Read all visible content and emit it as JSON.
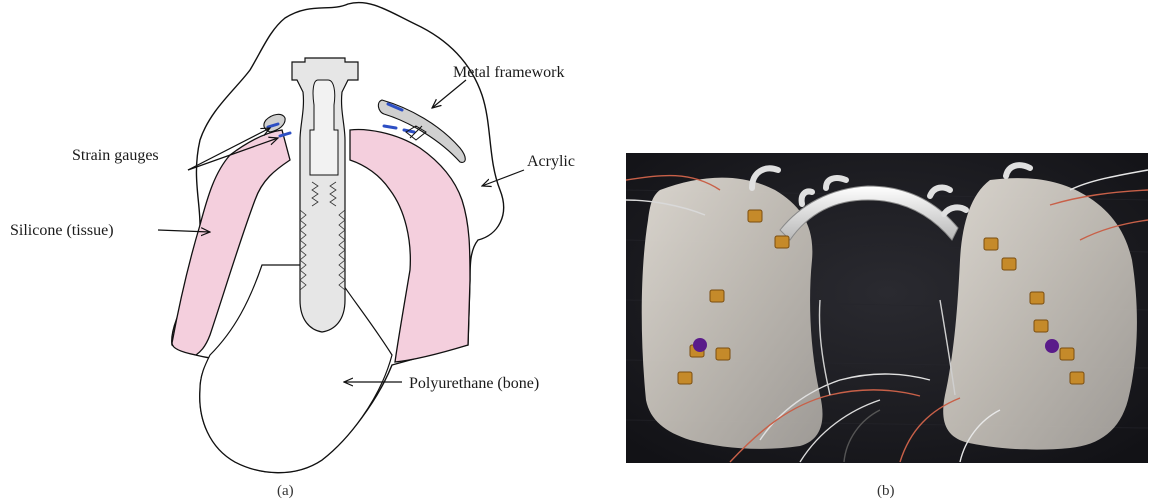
{
  "panel_a": {
    "caption": "(a)",
    "labels": {
      "metal_framework": "Metal framework",
      "strain_gauges": "Strain gauges",
      "acrylic": "Acrylic",
      "silicone": "Silicone (tissue)",
      "polyurethane": "Polyurethane (bone)"
    },
    "colors": {
      "silicone_fill": "#f4cfdd",
      "implant_fill": "#e6e6e6",
      "framework_fill": "#d0d0d0",
      "gauge": "#2d4fc4"
    }
  },
  "panel_b": {
    "caption": "(b)",
    "photo_description_icon": "denture-with-strain-gauges-photo"
  }
}
